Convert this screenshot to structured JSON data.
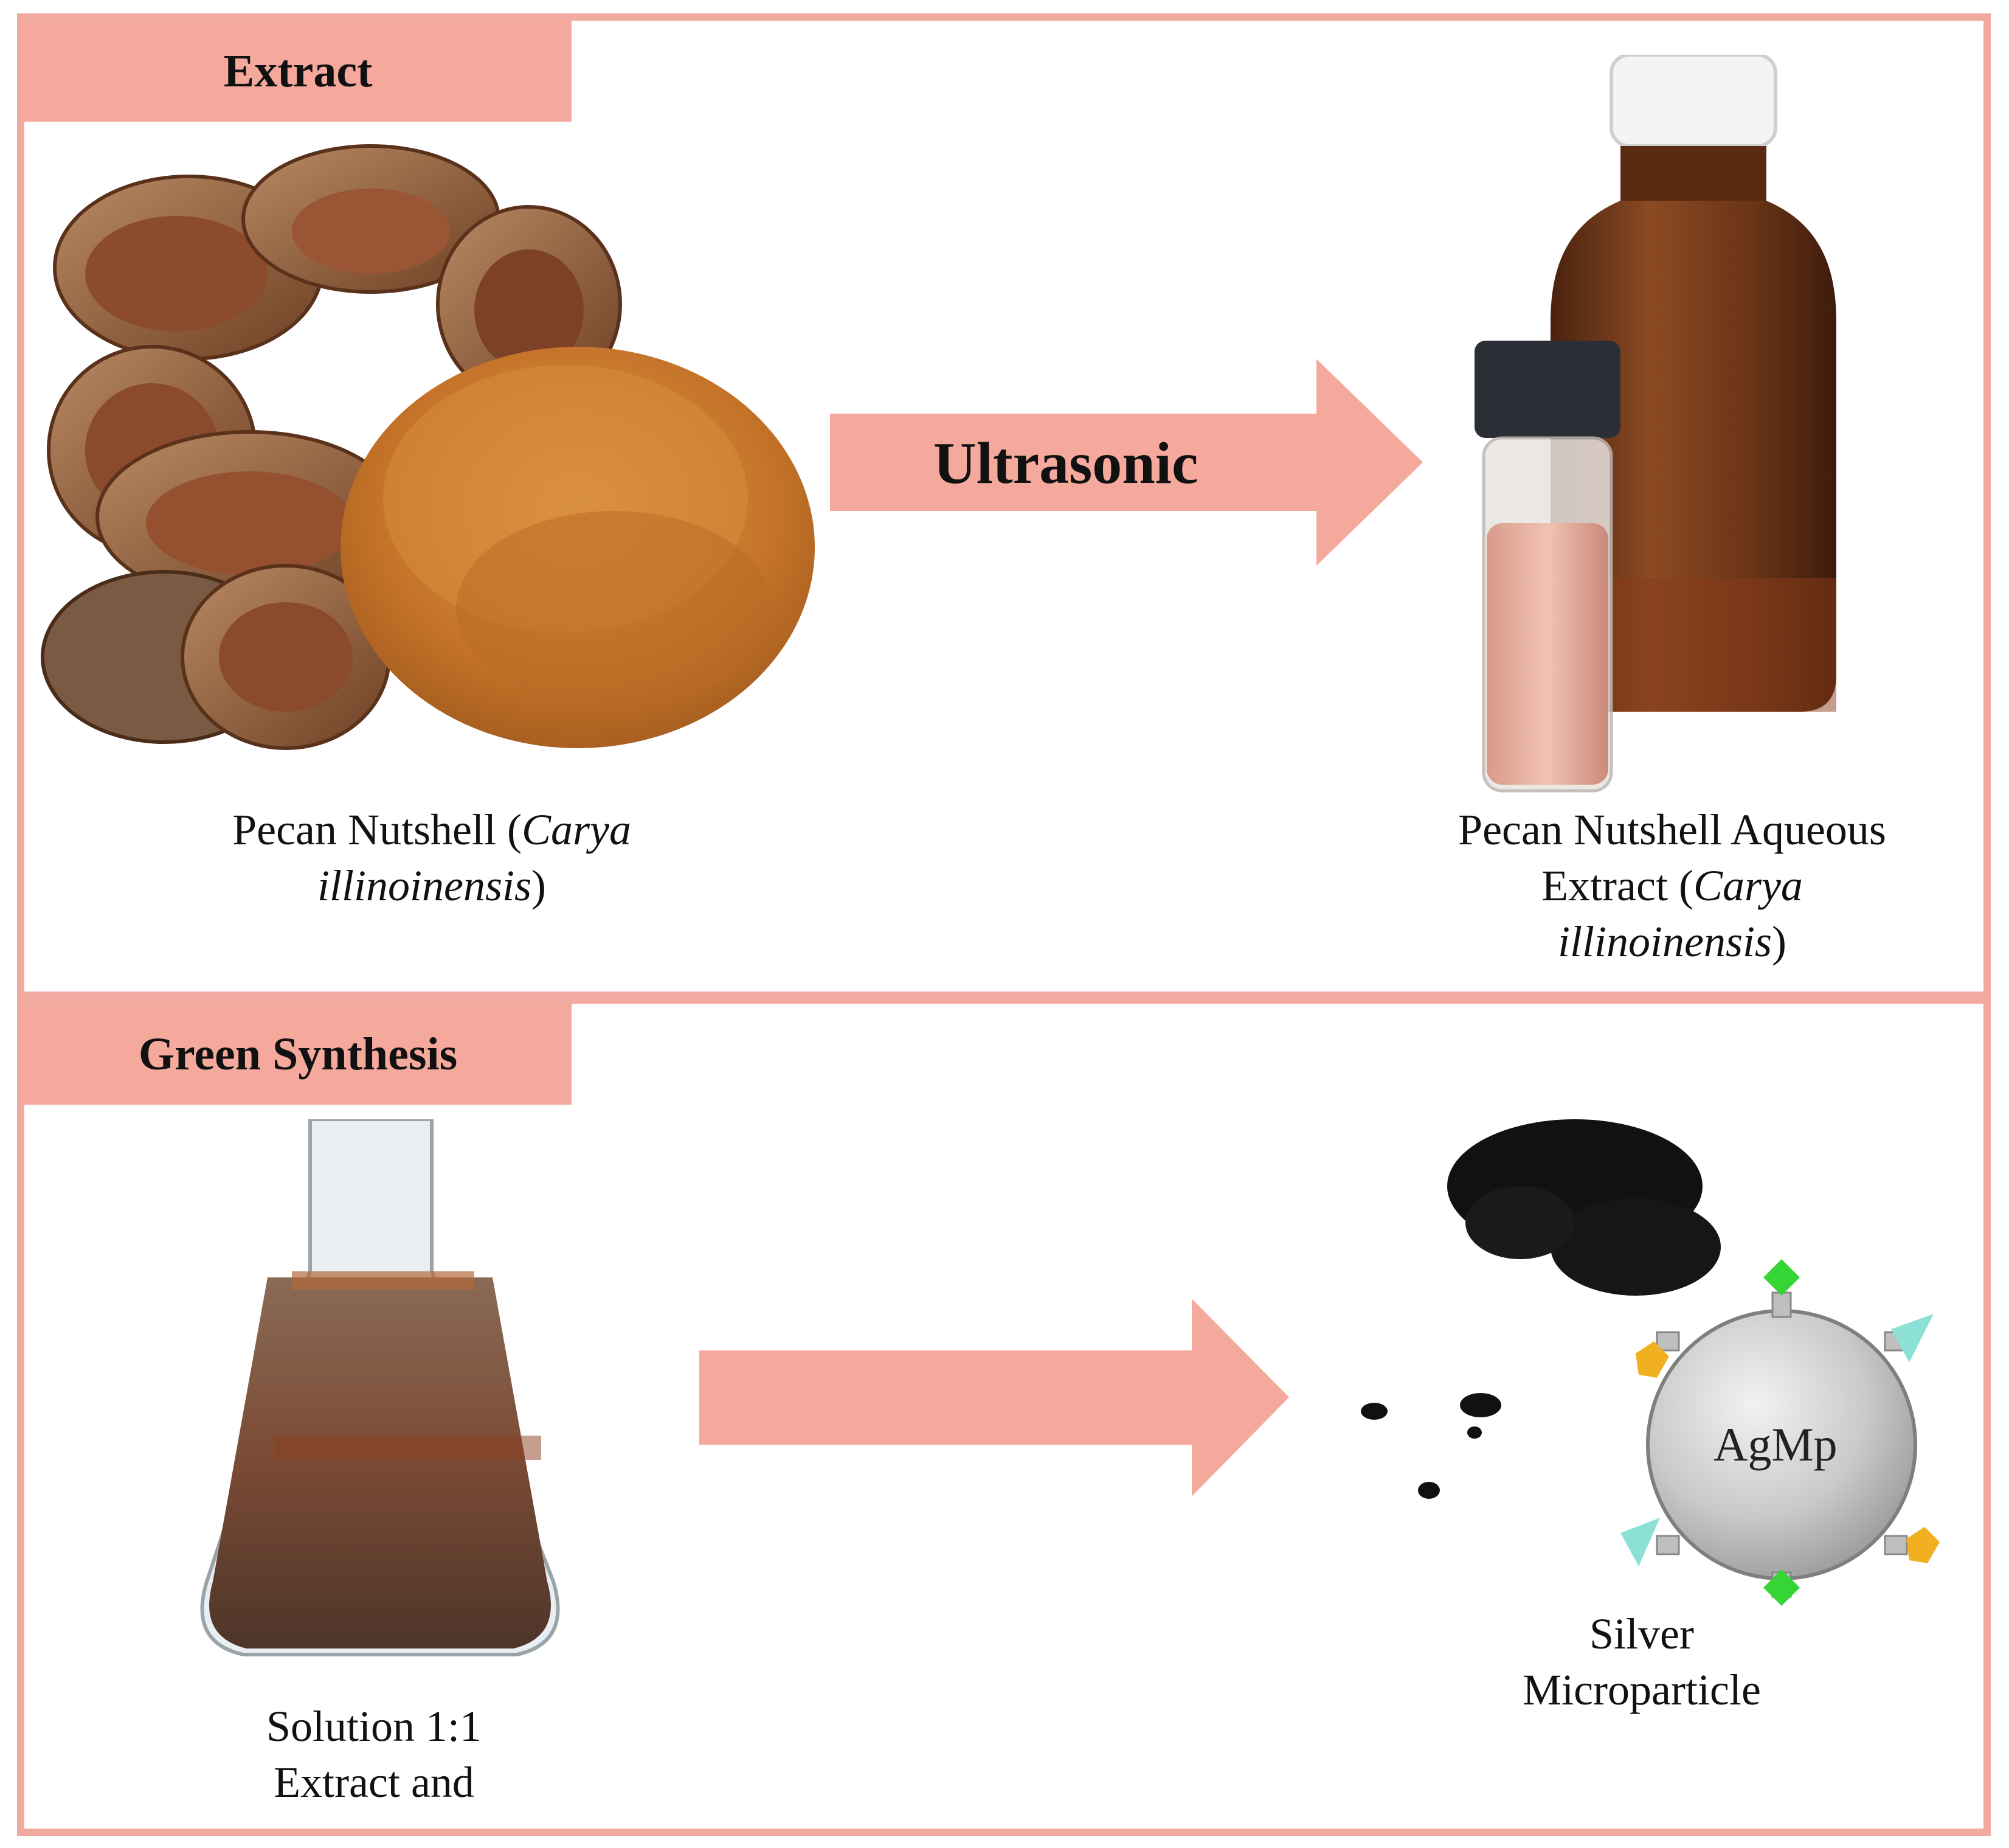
{
  "panels": {
    "extract": {
      "tab_label": "Extract",
      "arrow_label": "Ultrasonic",
      "left_caption": {
        "line1_a": "Pecan Nutshell (",
        "line1_b": "Carya",
        "line2_a": "illinoinensis",
        "line2_b": ")"
      },
      "right_caption": {
        "line1": "Pecan Nutshell Aqueous",
        "line2_a": "Extract (",
        "line2_b": "Carya",
        "line3_a": "illinoinensis",
        "line3_b": ")"
      }
    },
    "synthesis": {
      "tab_label": "Green Synthesis",
      "left_caption": {
        "line1": "Solution 1:1",
        "line2": "Extract and"
      },
      "particle_label": "AgMp",
      "right_caption": {
        "line1": "Silver",
        "line2": "Microparticle"
      }
    }
  },
  "colors": {
    "accent": "#f5a99c",
    "border": "#f0aaa0",
    "powder": "#c8782a",
    "shell": "#8a5233",
    "amber": "#6b3514"
  }
}
